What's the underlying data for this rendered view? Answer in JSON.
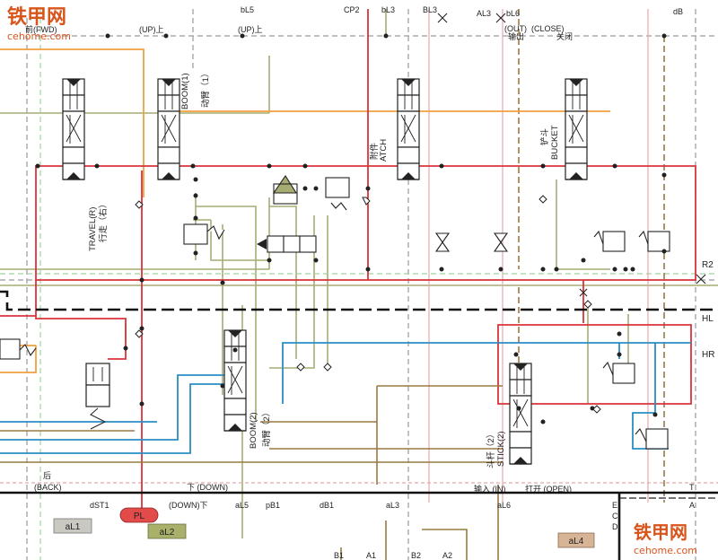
{
  "watermark": {
    "brand": "铁甲网",
    "site": "cehome.com"
  },
  "top_labels": {
    "fwd": "前(FWD)",
    "up_left": "(UP)上",
    "bl5": "bL5",
    "up_right": "(UP)上",
    "cp2": "CP2",
    "bl3a": "bL3",
    "bl3b": "BL3",
    "al3": "AL3",
    "bl6": "bL6",
    "out": "(OUT)",
    "out_cn": "输出",
    "close": "(CLOSE)",
    "close_cn": "关闭",
    "db": "dB"
  },
  "valves": {
    "travel": "TRAVEL(R)",
    "travel_cn": "行走（右）",
    "boom1": "BOOM(1)",
    "boom1_cn": "动臂（1）",
    "attch": "ATCH",
    "attch_cn": "附件",
    "bucket": "BUCKET",
    "bucket_cn": "铲斗",
    "boom2": "BOOM(2)",
    "boom2_cn": "动臂（2）",
    "stick2": "STICK(2)",
    "stick2_cn": "斗杆（2）"
  },
  "side_labels": {
    "r2": "R2",
    "hl": "HL",
    "hr": "HR"
  },
  "bottom_labels": {
    "back_cn": "后",
    "back": "(BACK)",
    "down_top": "下 (DOWN)",
    "dst1": "dST1",
    "down_bottom": "(DOWN)下",
    "al5": "aL5",
    "pb1": "pB1",
    "db1": "dB1",
    "al3": "aL3",
    "al6": "aL6",
    "in": "输入 (IN)",
    "open": "打开 (OPEN)",
    "e": "E",
    "t": "T",
    "c": "C",
    "a": "A",
    "d": "D",
    "b1": "B1",
    "a1": "A1",
    "b2": "B2",
    "a2": "A2"
  },
  "tags": {
    "pl": "PL",
    "al1": "aL1",
    "al2": "aL2",
    "al4": "aL4"
  },
  "line_colors": {
    "red": "#d9343a",
    "orange": "#f0a040",
    "olive": "#a7ac72",
    "brown": "#9a7a42",
    "blue": "#2a8ec4",
    "grey": "#8a8a8a",
    "pink": "#e7a9ad",
    "green": "#9fd29f",
    "tag_red": "#e34b4b",
    "tag_olive": "#a8b06a",
    "tag_grey": "#c9c9c2",
    "tag_tan": "#d8b497"
  }
}
